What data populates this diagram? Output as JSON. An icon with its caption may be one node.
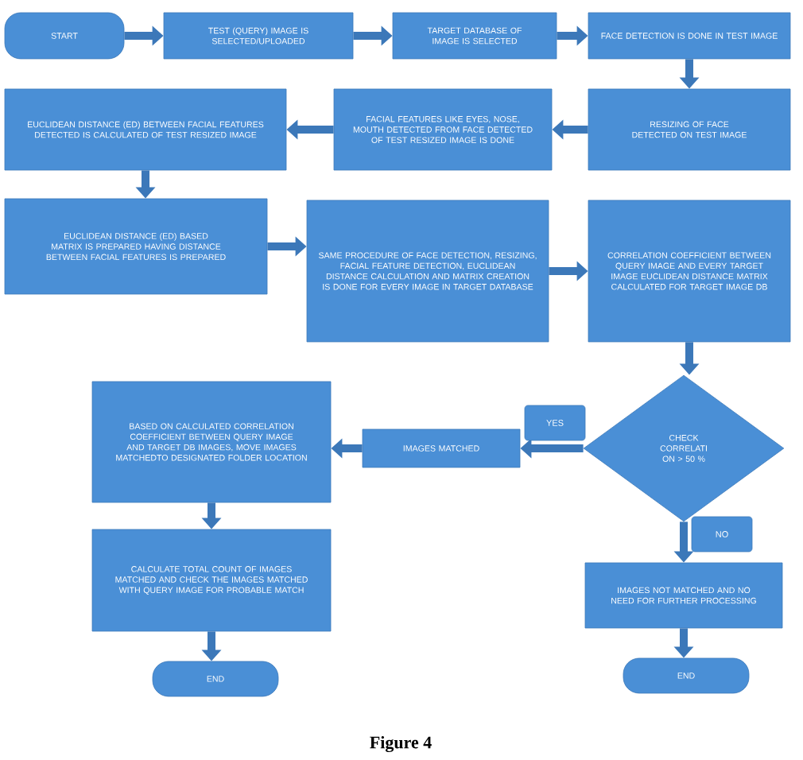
{
  "diagram": {
    "caption": "Figure 4",
    "nodes": [
      {
        "text": [
          "START"
        ]
      },
      {
        "text": [
          "TEST (QUERY) IMAGE IS SELECTED/UPLOADED"
        ]
      },
      {
        "text": [
          "TARGET DATABASE OF IMAGE IS SELECTED"
        ]
      },
      {
        "text": [
          "FACE DETECTION IS DONE IN TEST IMAGE"
        ]
      },
      {
        "text": [
          "RESIZING OF FACE DETECTED ON TEST IMAGE"
        ]
      },
      {
        "text": [
          "FACIAL FEATURES LIKE EYES, NOSE, MOUTH DETECTED FROM FACE DETECTED OF TEST RESIZED IMAGE IS DONE"
        ]
      },
      {
        "text": [
          "EUCLIDEAN DISTANCE (ED) BETWEEN FACIAL FEATURES DETECTED IS CALCULATED OF TEST RESIZED IMAGE"
        ]
      },
      {
        "text": [
          "EUCLIDEAN DISTANCE (ED) BASED MATRIX IS PREPARED HAVING DISTANCE BETWEEN FACIAL FEATURES IS PREPARED"
        ]
      },
      {
        "text": [
          "SAME PROCEDURE OF FACE DETECTION, RESIZING, FACIAL FEATURE DETECTION, EUCLIDEAN DISTANCE CALCULATION AND MATRIX CREATION IS DONE FOR EVERY IMAGE IN TARGET DATABASE"
        ]
      },
      {
        "text": [
          "CORRELATION COEFFICIENT BETWEEN QUERY IMAGE AND EVERY TARGET IMAGE EUCLIDEAN DISTANCE MATRIX CALCULATED FOR TARGET IMAGE DB"
        ]
      },
      {
        "text": [
          "CHECK CORRELATI ON > 50 %"
        ]
      },
      {
        "text": [
          "IMAGES MATCHED"
        ]
      },
      {
        "text": [
          "BASED ON CALCULATED CORRELATION COEFFICIENT BETWEEN QUERY IMAGE AND TARGET DB IMAGES, MOVE IMAGES MATCHEDTO DESIGNATED FOLDER LOCATION"
        ]
      },
      {
        "text": [
          "CALCULATE TOTAL COUNT OF IMAGES MATCHED AND CHECK THE IMAGES MATCHED WITH QUERY IMAGE FOR PROBABLE MATCH"
        ]
      },
      {
        "text": [
          "END"
        ]
      },
      {
        "text": [
          "IMAGES NOT MATCHED AND NO NEED FOR FURTHER PROCESSING"
        ]
      },
      {
        "text": [
          "END"
        ]
      }
    ],
    "edges": [
      {
        "from": 0,
        "to": 1,
        "arrow": "to"
      },
      {
        "from": 1,
        "to": 2,
        "arrow": "to"
      },
      {
        "from": 2,
        "to": 3,
        "arrow": "to"
      },
      {
        "from": 3,
        "to": 4,
        "arrow": "to"
      },
      {
        "from": 4,
        "to": 5,
        "arrow": "to"
      },
      {
        "from": 5,
        "to": 6,
        "arrow": "to"
      },
      {
        "from": 6,
        "to": 7,
        "arrow": "to"
      },
      {
        "from": 7,
        "to": 8,
        "arrow": "to"
      },
      {
        "from": 8,
        "to": 9,
        "arrow": "to"
      },
      {
        "from": 9,
        "to": 10,
        "arrow": "to"
      },
      {
        "from": 10,
        "to": 11,
        "arrow": "to",
        "label": "YES"
      },
      {
        "from": 11,
        "to": 12,
        "arrow": "to"
      },
      {
        "from": 12,
        "to": 13,
        "arrow": "to"
      },
      {
        "from": 13,
        "to": 14,
        "arrow": "to"
      },
      {
        "from": 10,
        "to": 15,
        "arrow": "to",
        "label": "NO"
      },
      {
        "from": 15,
        "to": 16,
        "arrow": "to"
      }
    ]
  }
}
